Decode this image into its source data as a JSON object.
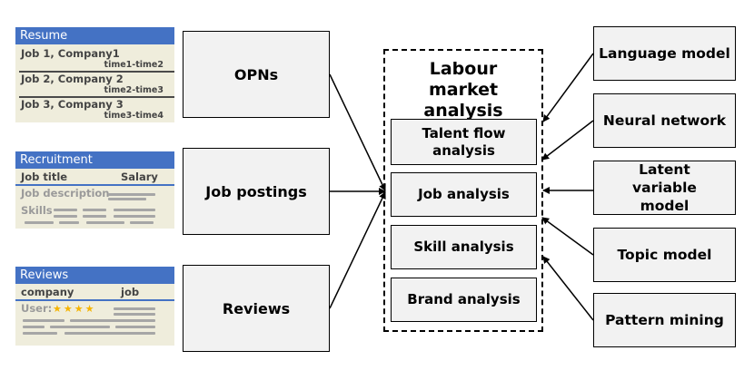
{
  "resume_card": {
    "header": "Resume",
    "jobs": [
      {
        "title": "Job 1, Company1",
        "time": "time1-time2"
      },
      {
        "title": "Job 2, Company 2",
        "time": "time2-time3"
      },
      {
        "title": "Job 3, Company 3",
        "time": "time3-time4"
      }
    ]
  },
  "recruitment_card": {
    "header": "Recruitment",
    "col1": "Job title",
    "col2": "Salary",
    "row1": "Job description",
    "row2": "Skills"
  },
  "reviews_card": {
    "header": "Reviews",
    "col1": "company",
    "col2": "job",
    "user_label": "User:",
    "stars": "★★★★"
  },
  "sources": [
    "OPNs",
    "Job postings",
    "Reviews"
  ],
  "analysis": {
    "title": "Labour market analysis",
    "items": [
      "Talent flow analysis",
      "Job analysis",
      "Skill analysis",
      "Brand analysis"
    ]
  },
  "models": [
    "Language model",
    "Neural network",
    "Latent variable model",
    "Topic model",
    "Pattern mining"
  ],
  "colors": {
    "header_blue": "#4472c4",
    "card_bg": "#efeddc",
    "box_bg": "#f2f2f2",
    "star": "#f5b400"
  }
}
